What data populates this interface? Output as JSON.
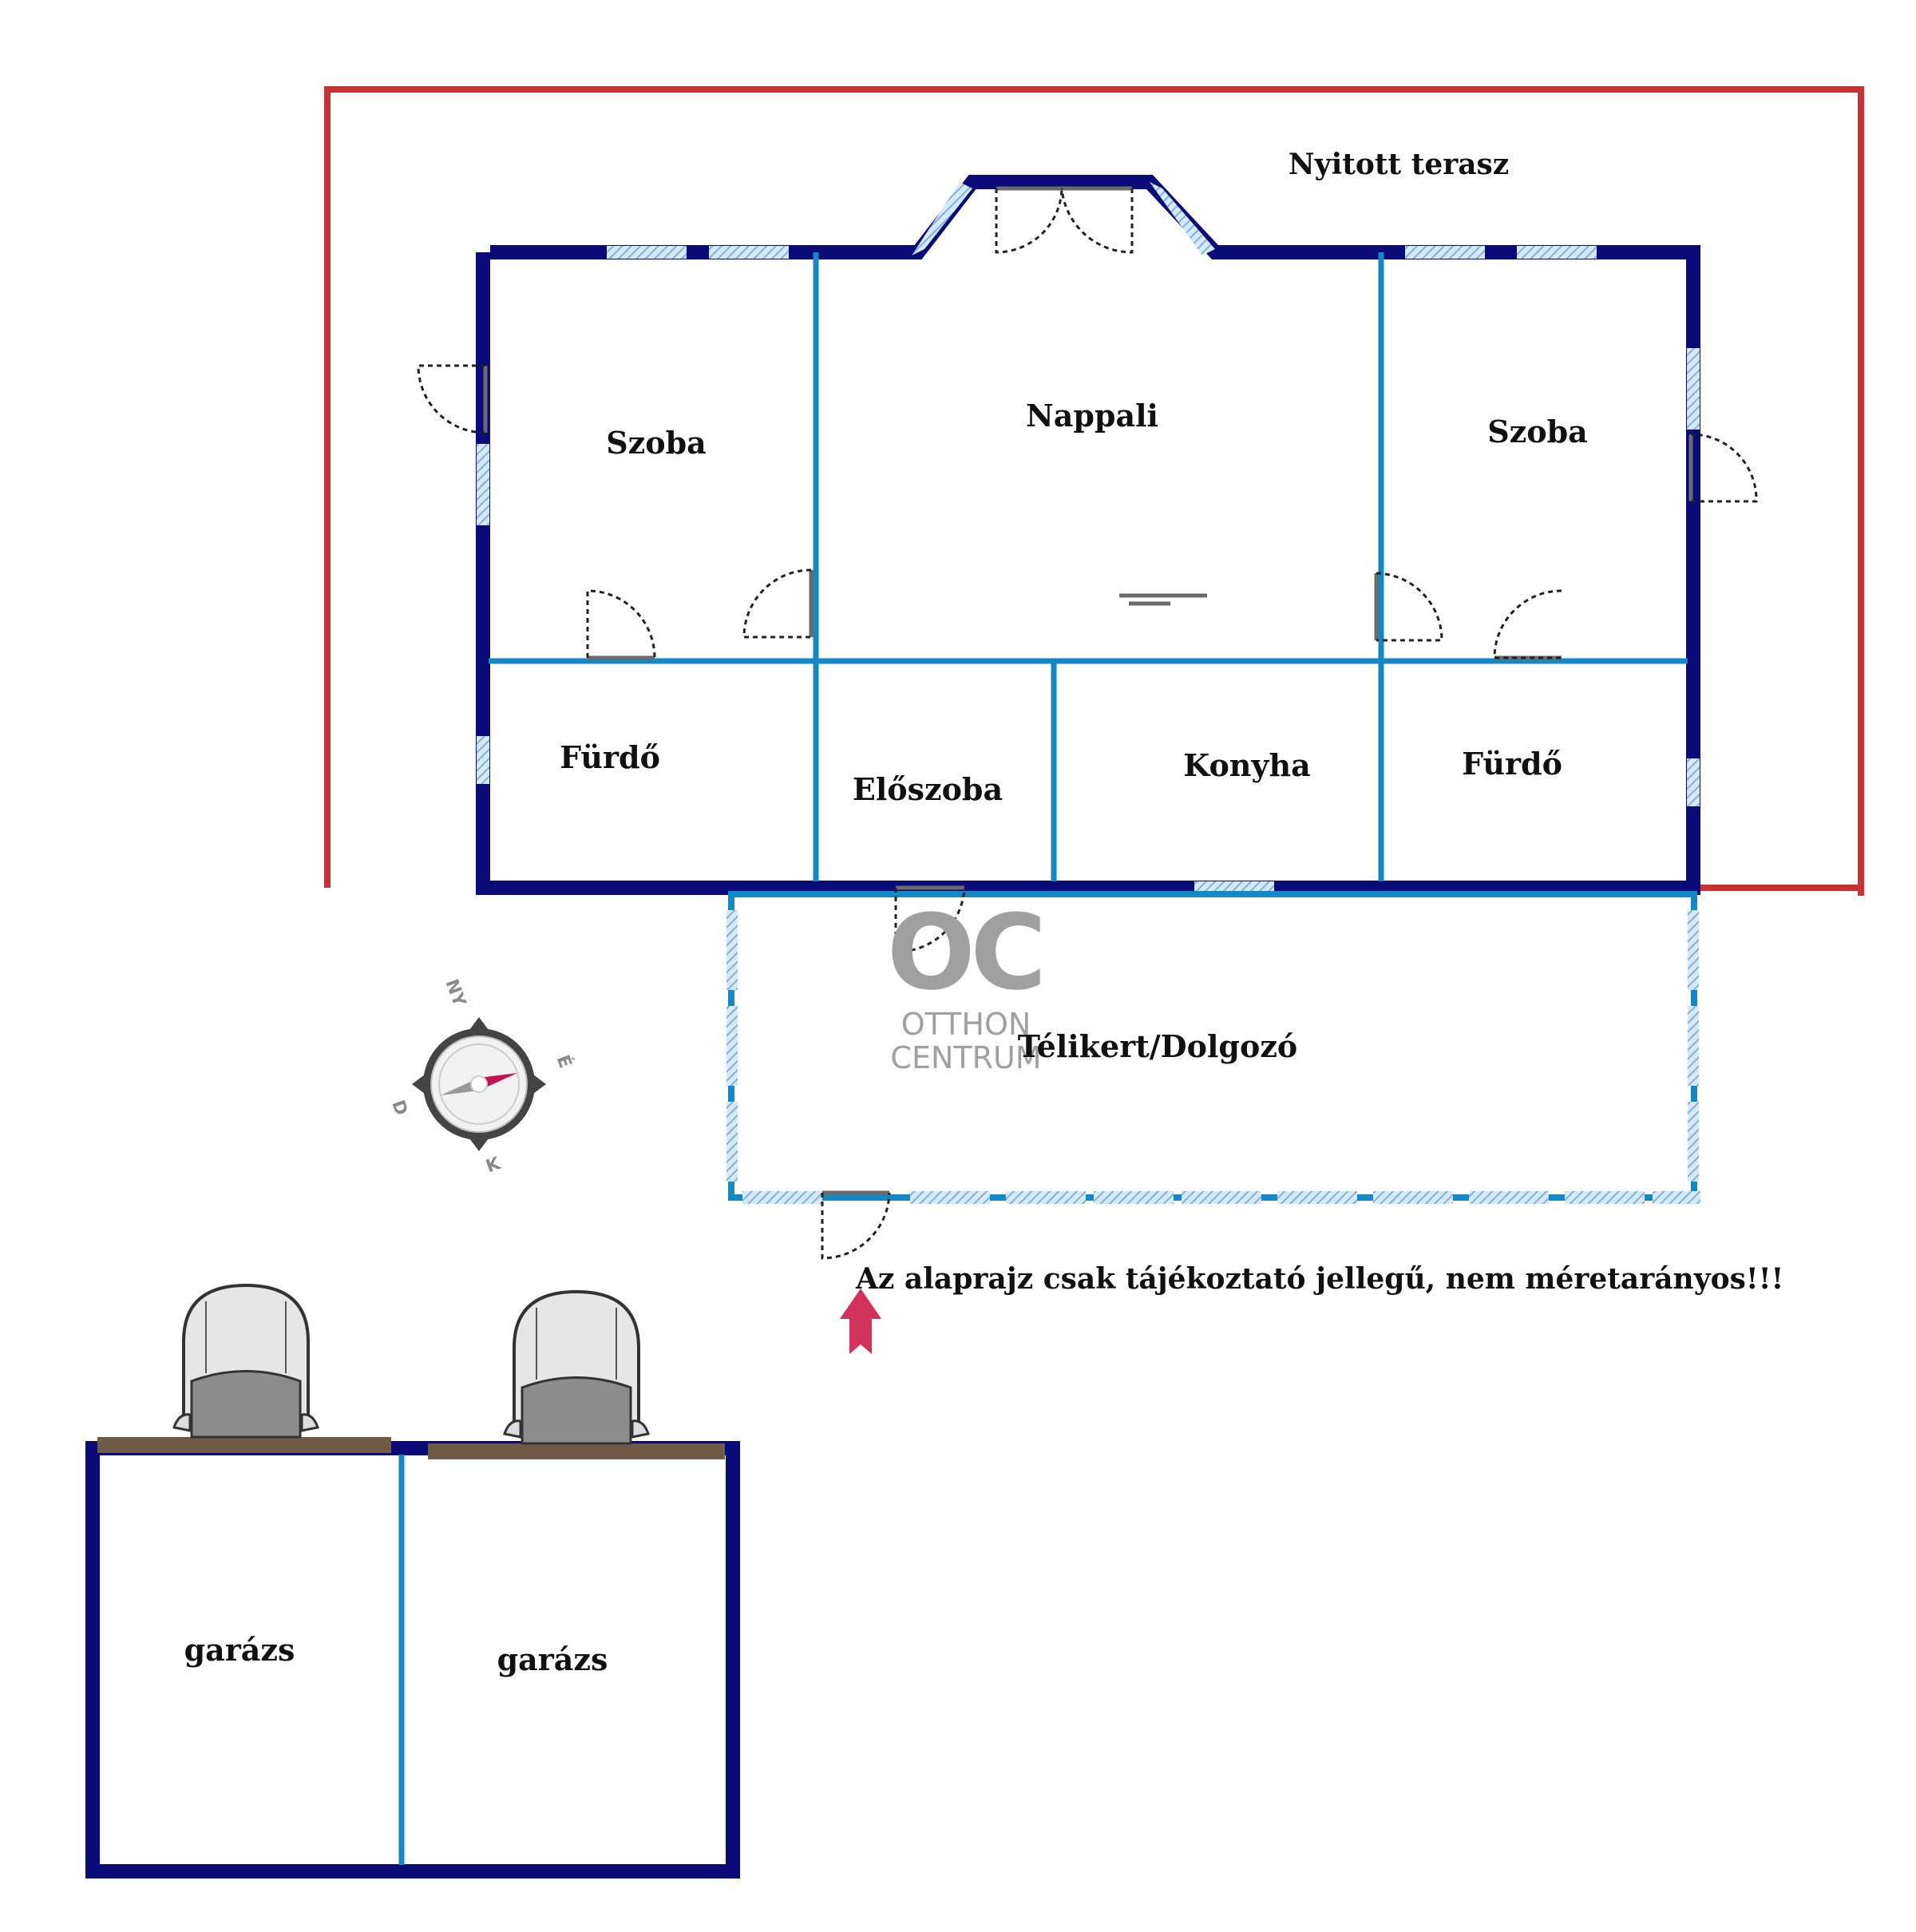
{
  "labels": {
    "terrace": "Nyitott terasz",
    "room_left": "Szoba",
    "living": "Nappali",
    "room_right": "Szoba",
    "bath_left": "Fürdő",
    "hall": "Előszoba",
    "kitchen": "Konyha",
    "bath_right": "Fürdő",
    "winter_garden": "Télikert/Dolgozó",
    "garage_left": "garázs",
    "garage_right": "garázs",
    "disclaimer": "Az alaprajz csak tájékoztató jellegű, nem méretarányos!!!"
  },
  "watermark": {
    "logo": "OC",
    "line1": "OTTHON",
    "line2": "CENTRUM"
  },
  "compass": {
    "north": "É",
    "east": "K",
    "south": "D",
    "west": "NY"
  },
  "colors": {
    "outer_wall": "#0a0a78",
    "inner_wall": "#1488c4",
    "terrace_outline": "#c83232",
    "window": "#9cc8e8",
    "garage_door": "#6e5a46",
    "entrance_arrow": "#d2325a"
  }
}
